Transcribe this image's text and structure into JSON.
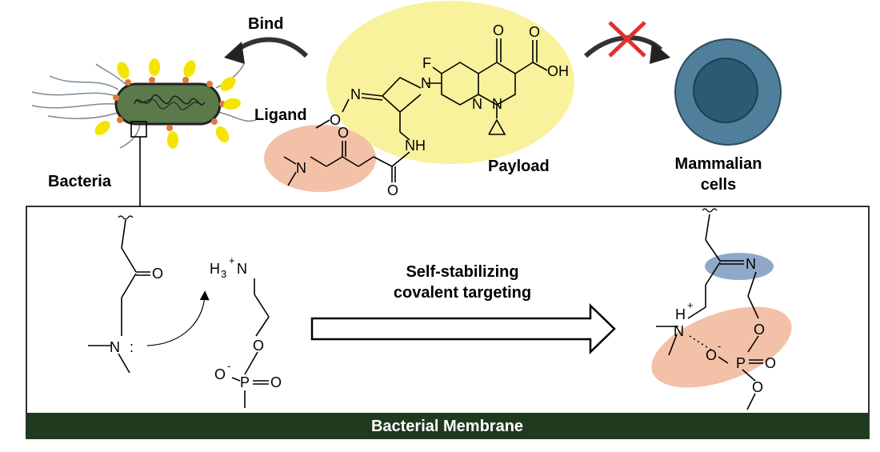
{
  "labels": {
    "bind": "Bind",
    "ligand": "Ligand",
    "payload": "Payload",
    "bacteria": "Bacteria",
    "mammalian_line1": "Mammalian",
    "mammalian_line2": "cells",
    "process_line1": "Self-stabilizing",
    "process_line2": "covalent targeting",
    "membrane": "Bacterial Membrane"
  },
  "atoms": {
    "F": "F",
    "O": "O",
    "OH": "OH",
    "N": "N",
    "NH": "NH",
    "H3": "H",
    "three": "3",
    "plus": "+",
    "H": "H",
    "minus": "-",
    "P": "P",
    "colon": ":"
  },
  "colors": {
    "payload_ellipse": "#f8f29c",
    "ligand_ellipse": "#f3c1a7",
    "interaction_ellipse": "#f3c1a7",
    "imine_highlight": "#8fa8c9",
    "membrane_band": "#1f3a1f",
    "bacterium_body": "#5a7a4a",
    "mammalian_outer": "#4f7f9a",
    "mammalian_nucleus": "#2c5a74",
    "cross": "#e03030",
    "yellow_ligand": "#f5e400",
    "orange_dot": "#e07a3c"
  },
  "icons": [
    "bacterium-icon",
    "mammalian-cell-icon",
    "cross-icon",
    "curved-arrow-icon"
  ]
}
